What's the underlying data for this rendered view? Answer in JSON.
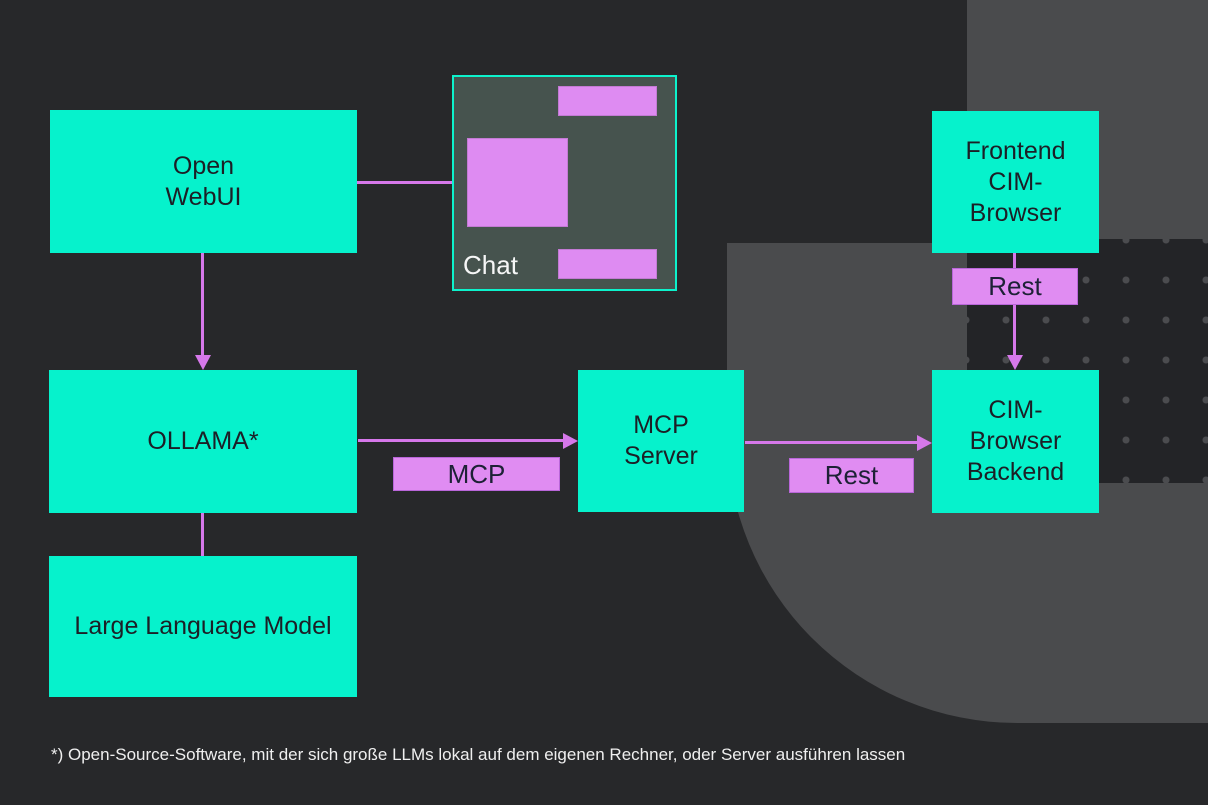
{
  "nodes": {
    "open_webui": {
      "label": "Open\nWebUI"
    },
    "ollama": {
      "label": "OLLAMA*"
    },
    "llm": {
      "label": "Large Language Model"
    },
    "mcp_server": {
      "label": "MCP\nServer"
    },
    "frontend": {
      "label": "Frontend\nCIM-\nBrowser"
    },
    "backend": {
      "label": "CIM-\nBrowser\nBackend"
    },
    "chat": {
      "label": "Chat"
    }
  },
  "edge_labels": {
    "mcp": "MCP",
    "rest_mid": "Rest",
    "rest_right": "Rest"
  },
  "footnote": "*) Open-Source-Software, mit der sich große LLMs lokal auf dem eigenen Rechner, oder Server ausführen lassen",
  "colors": {
    "background": "#27282A",
    "node_fill": "#06F2CC",
    "node_text": "#1C1F26",
    "accent_violet_fill": "#E08CF2",
    "connector_violet": "#D678EA",
    "chat_fill": "#46534E",
    "chat_border": "#0DF2CC",
    "background_gray_shapes": "#4A4B4D"
  }
}
